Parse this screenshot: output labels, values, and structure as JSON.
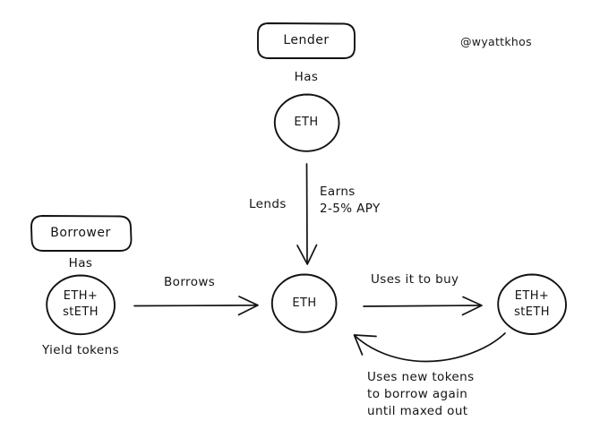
{
  "diagram": {
    "title_watermark": "@wyattkhos",
    "background_color": "#ffffff",
    "ink_color": "#121212",
    "boxes": [
      {
        "id": "lender",
        "label": "Lender"
      },
      {
        "id": "borrower",
        "label": "Borrower"
      }
    ],
    "nodes": [
      {
        "id": "lender-eth",
        "label": "ETH",
        "caption_above": "Has"
      },
      {
        "id": "borrower-eth-steth",
        "label": "ETH+\nstETH",
        "caption_above": "Has",
        "caption_below": "Yield tokens"
      },
      {
        "id": "pool-eth",
        "label": "ETH"
      },
      {
        "id": "bought-eth-steth",
        "label": "ETH+\nstETH"
      }
    ],
    "edges": [
      {
        "id": "lends-edge",
        "label_left": "Lends",
        "label_right": "Earns\n2-5% APY",
        "from": "lender-eth",
        "to": "pool-eth",
        "direction": "down"
      },
      {
        "id": "borrows-edge",
        "label": "Borrows",
        "from": "borrower-eth-steth",
        "to": "pool-eth",
        "direction": "right"
      },
      {
        "id": "buys-edge",
        "label": "Uses it to buy",
        "from": "pool-eth",
        "to": "bought-eth-steth",
        "direction": "right"
      },
      {
        "id": "loop-edge",
        "label": "Uses new tokens\nto borrow again\nuntil maxed out",
        "from": "bought-eth-steth",
        "to": "pool-eth",
        "direction": "curve-left"
      }
    ]
  }
}
